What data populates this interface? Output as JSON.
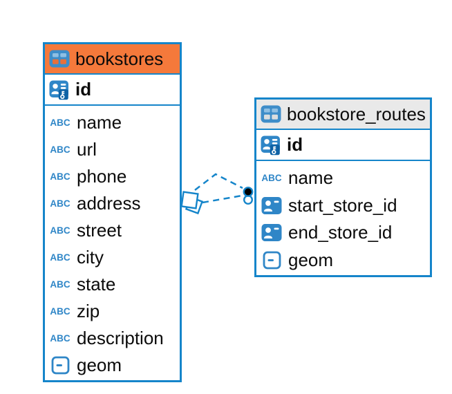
{
  "canvas": {
    "background": "#FFFFFF"
  },
  "colors": {
    "accent_blue": "#1585CA",
    "icon_blue": "#2F86C7",
    "icon_blue_dark": "#0E62A5",
    "icon_cell_light_blue": "#8FBFE3",
    "bookstores_header_bg": "#F5793B",
    "routes_header_bg": "#E9E9E9",
    "text": "#0B0B0B",
    "connector_blue": "#1585CA",
    "connector_dot_fill": "#000000"
  },
  "icons": {
    "table_icon": "table-grid",
    "text_type_glyph": "ABC",
    "primary_key_icon": "user-card-with-key",
    "reference_icon": "user-card",
    "geometry_icon": "box-with-dash"
  },
  "tables": [
    {
      "title": "bookstores",
      "header_color": "#F5793B",
      "primary_key": {
        "name": "id",
        "icon": "primary-key"
      },
      "columns": [
        {
          "name": "name",
          "icon": "text"
        },
        {
          "name": "url",
          "icon": "text"
        },
        {
          "name": "phone",
          "icon": "text"
        },
        {
          "name": "address",
          "icon": "text"
        },
        {
          "name": "street",
          "icon": "text"
        },
        {
          "name": "city",
          "icon": "text"
        },
        {
          "name": "state",
          "icon": "text"
        },
        {
          "name": "zip",
          "icon": "text"
        },
        {
          "name": "description",
          "icon": "text"
        },
        {
          "name": "geom",
          "icon": "geometry"
        }
      ]
    },
    {
      "title": "bookstore_routes",
      "header_color": "#E9E9E9",
      "primary_key": {
        "name": "id",
        "icon": "primary-key"
      },
      "columns": [
        {
          "name": "name",
          "icon": "text"
        },
        {
          "name": "start_store_id",
          "icon": "reference"
        },
        {
          "name": "end_store_id",
          "icon": "reference"
        },
        {
          "name": "geom",
          "icon": "geometry"
        }
      ]
    }
  ],
  "relationship": {
    "between": [
      "bookstores",
      "bookstore_routes"
    ],
    "line_style": "dashed",
    "line_count": 2,
    "source_marker": "stacked-squares",
    "target_marker": "stacked-circles"
  }
}
